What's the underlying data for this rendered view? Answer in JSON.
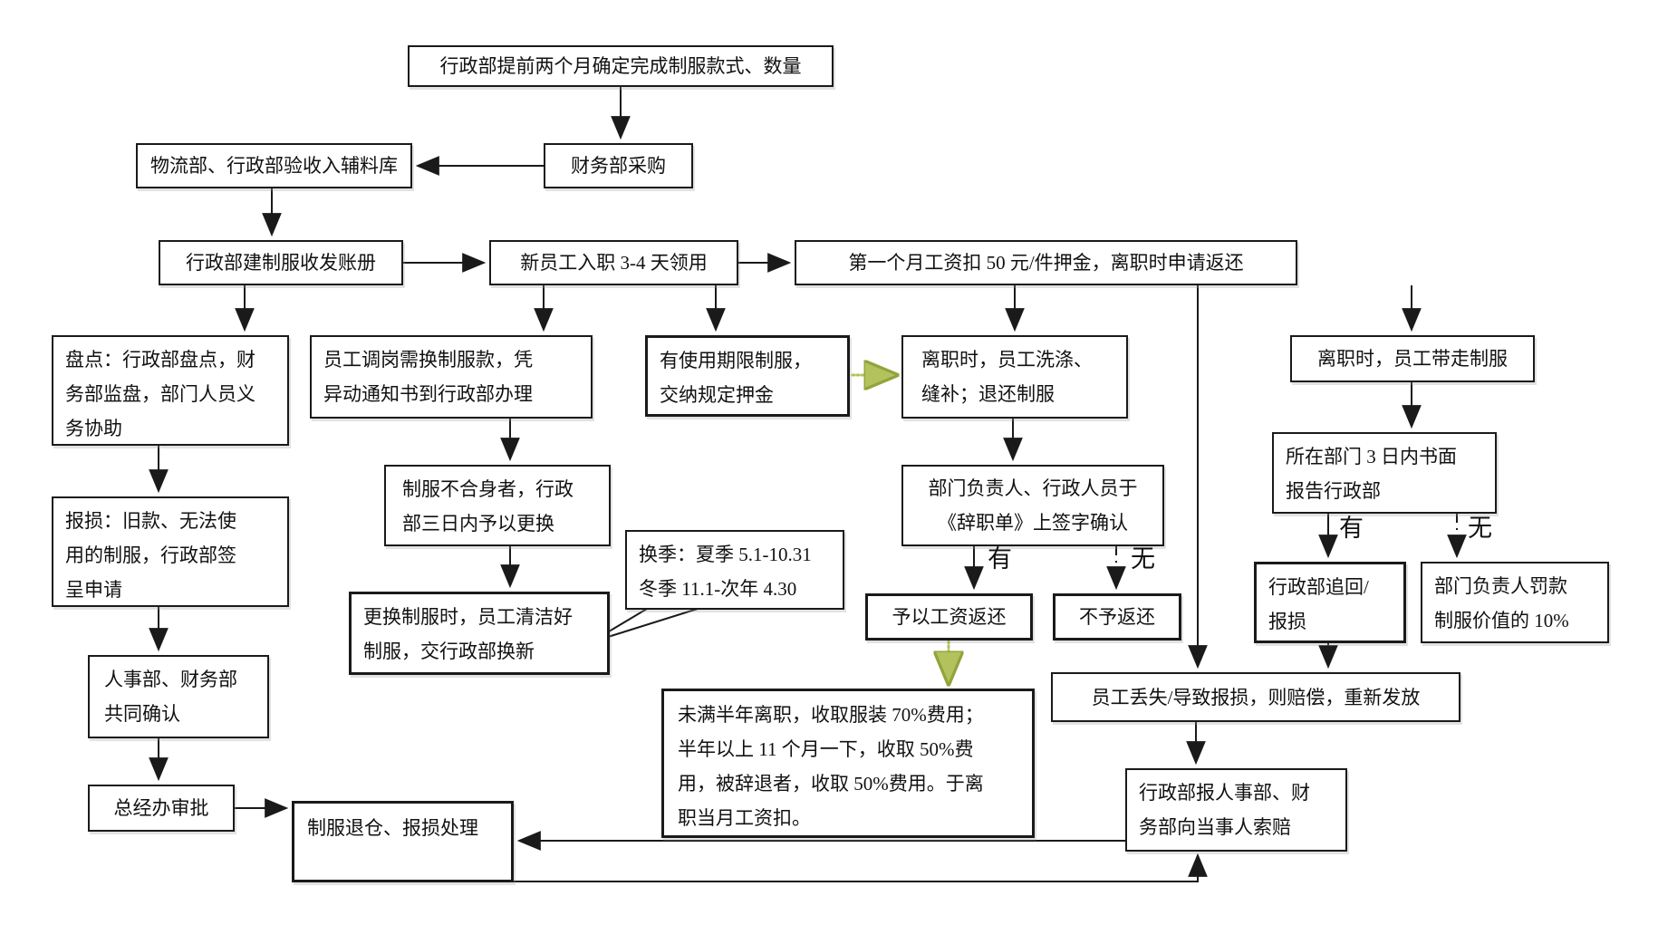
{
  "labels": {
    "has": "有",
    "none": "无"
  },
  "colors": {
    "stroke": "#1a1a1a",
    "green": "#b3c25c",
    "green_dark": "#93a33c"
  },
  "nodes": {
    "plan": {
      "lines": [
        "行政部提前两个月确定完成制服款式、数量"
      ]
    },
    "purchase": {
      "lines": [
        "财务部采购"
      ]
    },
    "receive": {
      "lines": [
        "物流部、行政部验收入辅料库"
      ]
    },
    "ledger": {
      "lines": [
        "行政部建制服收发账册"
      ]
    },
    "newhire": {
      "lines": [
        "新员工入职 3-4 天领用"
      ]
    },
    "deposit": {
      "lines": [
        "第一个月工资扣 50 元/件押金，离职时申请返还"
      ]
    },
    "stocktake": {
      "lines": [
        "盘点：行政部盘点，财",
        "务部监盘，部门人员义",
        "务协助"
      ]
    },
    "damage": {
      "lines": [
        "报损：旧款、无法使",
        "用的制服，行政部签",
        "呈申请"
      ]
    },
    "confirm": {
      "lines": [
        "人事部、财务部",
        "共同确认"
      ]
    },
    "approve": {
      "lines": [
        "总经办审批"
      ]
    },
    "retire": {
      "lines": [
        "制服退仓、报损处理"
      ]
    },
    "transfer": {
      "lines": [
        "员工调岗需换制服款，凭",
        "异动通知书到行政部办理"
      ]
    },
    "misfit": {
      "lines": [
        "制服不合身者，行政",
        "部三日内予以更换"
      ]
    },
    "exchange": {
      "lines": [
        "更换制服时，员工清洁好",
        "制服，交行政部换新"
      ]
    },
    "season": {
      "lines": [
        "换季：夏季 5.1-10.31",
        "冬季 11.1-次年 4.30"
      ]
    },
    "limited": {
      "lines": [
        "有使用期限制服，",
        "交纳规定押金"
      ]
    },
    "washing": {
      "lines": [
        "离职时，员工洗涤、",
        "缝补；退还制服"
      ]
    },
    "sign": {
      "lines": [
        "部门负责人、行政人员于",
        "《辞职单》上签字确认"
      ]
    },
    "refund": {
      "lines": [
        "予以工资返还"
      ]
    },
    "norefund": {
      "lines": [
        "不予返还"
      ]
    },
    "fees": {
      "lines": [
        "未满半年离职，收取服装 70%费用；",
        "半年以上 11 个月一下，收取 50%费",
        "用，被辞退者，收取 50%费用。于离",
        "职当月工资扣。"
      ]
    },
    "takeaway": {
      "lines": [
        "离职时，员工带走制服"
      ]
    },
    "report3d": {
      "lines": [
        "所在部门 3 日内书面",
        "报告行政部"
      ]
    },
    "recover": {
      "lines": [
        "行政部追回/",
        "报损"
      ]
    },
    "fine": {
      "lines": [
        "部门负责人罚款",
        "制服价值的 10%"
      ]
    },
    "lost": {
      "lines": [
        "员工丢失/导致报损，则赔偿，重新发放"
      ]
    },
    "claim": {
      "lines": [
        "行政部报人事部、财",
        "务部向当事人索赔"
      ]
    }
  }
}
